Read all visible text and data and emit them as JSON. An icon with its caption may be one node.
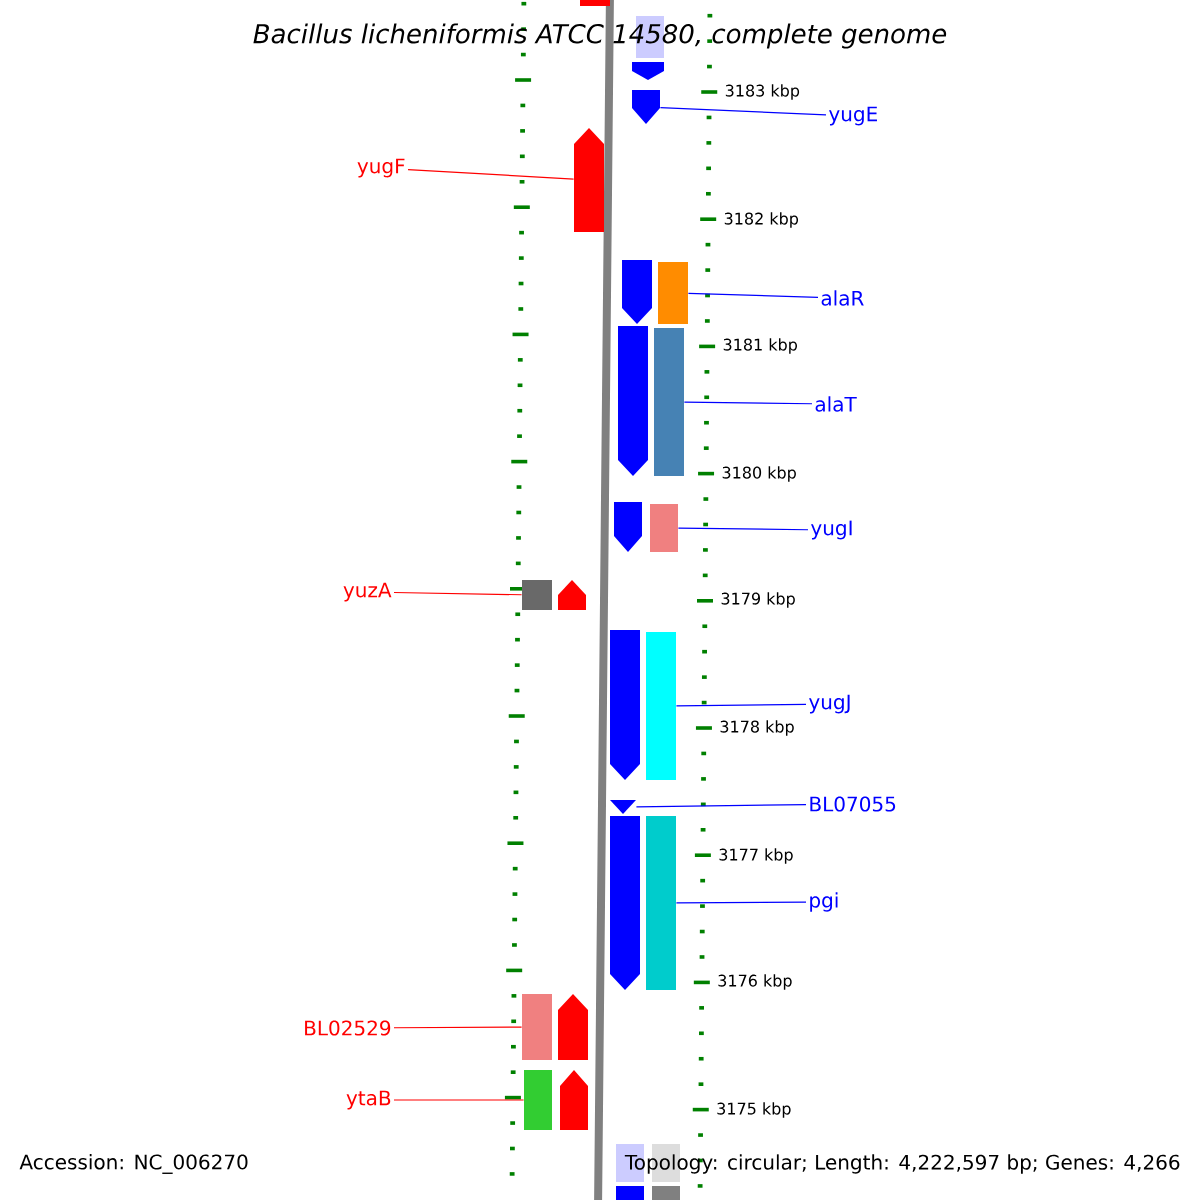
{
  "diagram": {
    "title": "*Bacillus licheniformis* ATCC 14580, complete genome",
    "nodes": [
      {
        "text": [
          "yugE"
        ]
      },
      {
        "text": [
          "yugF"
        ]
      },
      {
        "text": [
          "alaR"
        ]
      },
      {
        "text": [
          "alaT"
        ]
      },
      {
        "text": [
          "yugI"
        ]
      },
      {
        "text": [
          "yuzA"
        ]
      },
      {
        "text": [
          "yugJ"
        ]
      },
      {
        "text": [
          "BL07055"
        ]
      },
      {
        "text": [
          "pgi"
        ]
      },
      {
        "text": [
          "BL02529"
        ]
      },
      {
        "text": [
          "ytaB"
        ]
      },
      {
        "text": [],
        "shape": "bar"
      },
      {
        "text": [],
        "shape": "bar"
      },
      {
        "text": [],
        "shape": "bar"
      },
      {
        "text": [],
        "shape": "bar"
      },
      {
        "text": [],
        "shape": "bar"
      },
      {
        "text": [],
        "shape": "bar"
      },
      {
        "text": [],
        "shape": "bar"
      },
      {
        "text": [],
        "shape": "bar"
      },
      {
        "text": [],
        "shape": "bar"
      },
      {
        "text": [],
        "shape": "bar"
      },
      {
        "text": [],
        "shape": "bar"
      },
      {
        "text": [],
        "shape": "bar"
      },
      {
        "text": [],
        "shape": "bar"
      },
      {
        "text": [],
        "shape": "bar"
      },
      {
        "text": [],
        "shape": "bar"
      },
      {
        "text": [],
        "shape": "bar"
      },
      {
        "text": [],
        "shape": "bar"
      },
      {
        "text": [],
        "shape": "bar"
      },
      {
        "text": [],
        "shape": "bar"
      },
      {
        "text": [],
        "shape": "bar"
      },
      {
        "text": [],
        "shape": "bar"
      },
      {
        "text": [],
        "shape": "bar"
      },
      {
        "text": [],
        "shape": "bar"
      },
      {
        "text": [],
        "shape": "bar"
      },
      {
        "text": [],
        "shape": "bar"
      },
      {
        "text": [],
        "shape": "bar"
      }
    ],
    "edges": [
      {
        "from": 0,
        "to": 14,
        "arrow": "none"
      },
      {
        "from": 1,
        "to": 15,
        "arrow": "none",
        "color": "#ff0000"
      },
      {
        "from": 2,
        "to": 17,
        "arrow": "none"
      },
      {
        "from": 3,
        "to": 19,
        "arrow": "none"
      },
      {
        "from": 4,
        "to": 21,
        "arrow": "none"
      },
      {
        "from": 5,
        "to": 22,
        "arrow": "none",
        "color": "#ff0000"
      },
      {
        "from": 6,
        "to": 25,
        "arrow": "none"
      },
      {
        "from": 7,
        "to": 26,
        "arrow": "none"
      },
      {
        "from": 8,
        "to": 28,
        "arrow": "none"
      },
      {
        "from": 9,
        "to": 29,
        "arrow": "none",
        "color": "#ff0000"
      },
      {
        "from": 10,
        "to": 31,
        "arrow": "none",
        "color": "#ff0000"
      }
    ],
    "labels": [
      "3183 kbp",
      "3182 kbp",
      "3181 kbp",
      "3180 kbp",
      "3179 kbp",
      "3178 kbp",
      "3177 kbp",
      "3176 kbp",
      "3175 kbp",
      "Accession: NC_006270",
      "Topology: circular; Length: 4,222,597 bp; Genes: 4,266"
    ]
  }
}
